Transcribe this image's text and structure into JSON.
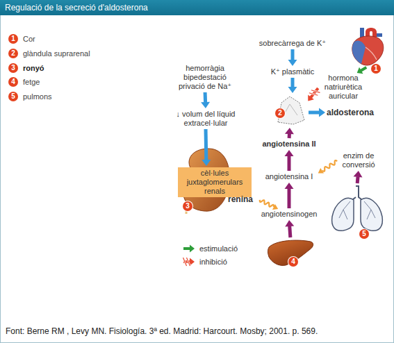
{
  "diagram": {
    "title": "Regulació de la secreció d'aldosterona",
    "caption": "Font: Berne RM , Levy MN. Fisiología. 3ª ed. Madrid: Harcourt. Mosby; 2001. p. 569.",
    "nodes": [
      {
        "text": [
          "sobrecàrrega de K⁺"
        ]
      },
      {
        "text": [
          "1"
        ]
      },
      {
        "text": [
          "hemorràgia bipedestació privació de Na⁺"
        ]
      },
      {
        "text": [
          "K⁺ plasmàtic"
        ]
      },
      {
        "text": [
          "hormona natriurètica auricular"
        ]
      },
      {
        "text": [
          "2"
        ]
      },
      {
        "text": [
          "aldosterona"
        ]
      },
      {
        "text": [
          "↓ volum del líquid extracel·lular"
        ]
      },
      {
        "text": [
          "angiotensina II"
        ]
      },
      {
        "text": [
          "enzim de conversió"
        ]
      },
      {
        "text": [
          "angiotensina I"
        ]
      },
      {
        "text": [
          "3"
        ]
      },
      {
        "text": [
          "cèl·lules juxtaglomerulars renals"
        ],
        "in": 11
      },
      {
        "text": [
          "renina"
        ]
      },
      {
        "text": [
          "angiotensinogen"
        ]
      },
      {
        "text": [
          "5"
        ]
      },
      {
        "text": [
          "4"
        ]
      }
    ],
    "edges": [
      {
        "from": 2,
        "to": 7,
        "arrow": "to"
      },
      {
        "from": 7,
        "to": 12,
        "arrow": "to"
      },
      {
        "from": 13,
        "to": 14,
        "arrow": "to"
      },
      {
        "from": 16,
        "to": 14,
        "arrow": "to"
      },
      {
        "from": 14,
        "to": 10,
        "arrow": "to"
      },
      {
        "from": 10,
        "to": 8,
        "arrow": "to"
      },
      {
        "from": 9,
        "to": 10,
        "arrow": "to"
      },
      {
        "from": 15,
        "to": 9,
        "arrow": "to"
      },
      {
        "from": 8,
        "to": 5,
        "arrow": "to"
      },
      {
        "from": 5,
        "to": 6,
        "arrow": "to"
      },
      {
        "from": 0,
        "to": 3,
        "arrow": "to"
      },
      {
        "from": 3,
        "to": 5,
        "arrow": "to"
      },
      {
        "from": 1,
        "to": 4,
        "arrow": "to"
      },
      {
        "from": 4,
        "to": 5,
        "arrow": "to"
      }
    ],
    "labels": [
      "1",
      "Cor",
      "2",
      "glàndula suprarenal",
      "3",
      "ronyó",
      "4",
      "fetge",
      "5",
      "pulmons"
    ],
    "legend": [
      {
        "text": "estimulació"
      },
      {
        "text": "inhibició"
      }
    ]
  }
}
